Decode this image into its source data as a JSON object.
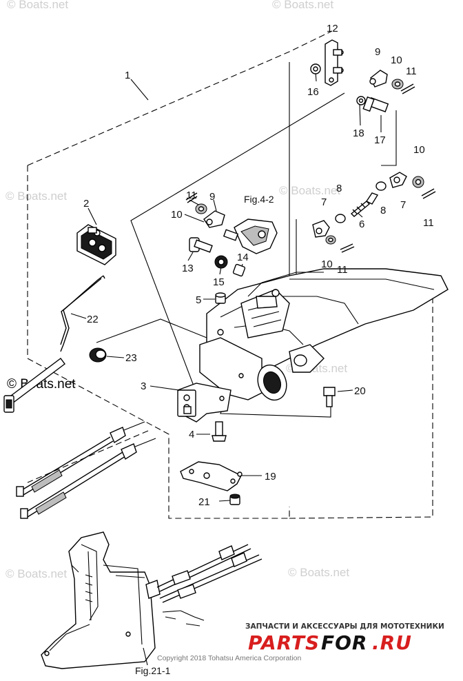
{
  "callouts": {
    "n1": "1",
    "n2": "2",
    "n3": "3",
    "n4": "4",
    "n5": "5",
    "n6": "6",
    "n7a": "7",
    "n7b": "7",
    "n8a": "8",
    "n8b": "8",
    "n9a": "9",
    "n9b": "9",
    "n10a": "10",
    "n10b": "10",
    "n10c": "10",
    "n10d": "10",
    "n11a": "11",
    "n11b": "11",
    "n11c": "11",
    "n11d": "11",
    "n12": "12",
    "n13": "13",
    "n14": "14",
    "n15": "15",
    "n16": "16",
    "n17": "17",
    "n18": "18",
    "n19": "19",
    "n20": "20",
    "n21": "21",
    "n22": "22",
    "n23": "23"
  },
  "figure_refs": {
    "fig_4_2": "Fig.4-2",
    "fig_21_1": "Fig.21-1"
  },
  "watermarks": {
    "w1": "© Boats.net",
    "w2": "© Boats.net",
    "w3": "© Boats.net",
    "w4": "© Boats.net",
    "w5": "© Boats.net",
    "w6": "© Boats.net",
    "w7": "© Boats.net",
    "w8": "© Boats.net"
  },
  "footer": {
    "copyright": "Copyright 2018 Tohatsu America Corporation",
    "ad_tagline": "ЗАПЧАСТИ И АКСЕССУАРЫ ДЛЯ МОТОТЕХНИКИ",
    "ad_logo_red": "PARTS",
    "ad_logo_black": "FOR",
    "ad_logo_tail": ".RU"
  },
  "colors": {
    "ad_red": "#d81e1e",
    "ad_black": "#111111",
    "watermark": "#cfcfcf"
  }
}
